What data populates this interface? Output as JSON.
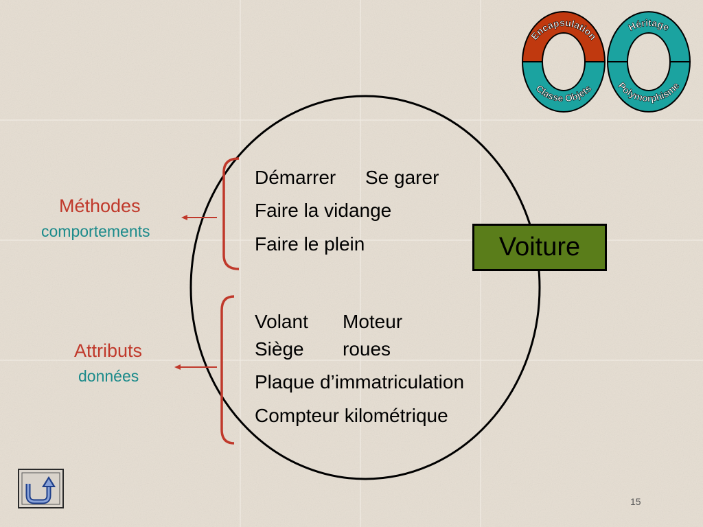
{
  "colors": {
    "background": "#e6ded2",
    "labels": "#c0392b",
    "sublabels": "#1a8a8a",
    "brackets": "#c0392b",
    "voiture_box": "#5a7d1a",
    "ring_top": "#c0390f",
    "ring_bottom": "#1ba3a0"
  },
  "rings": {
    "left": {
      "top_text": "Encapsulation",
      "bottom_text": "Classe Objets"
    },
    "right": {
      "top_text": "Héritage",
      "bottom_text": "Polymorphisme"
    }
  },
  "methods": {
    "label": "Méthodes",
    "sublabel": "comportements",
    "items": [
      "Démarrer",
      "Se garer",
      "Faire la vidange",
      "Faire le plein"
    ]
  },
  "attributes": {
    "label": "Attributs",
    "sublabel": "données",
    "items": [
      "Volant",
      "Moteur",
      "Siège",
      "roues",
      "Plaque d’immatriculation",
      "Compteur kilométrique"
    ]
  },
  "object_name": "Voiture",
  "page_number": "15",
  "nav": {
    "back_icon": "u-turn-arrow-icon"
  }
}
